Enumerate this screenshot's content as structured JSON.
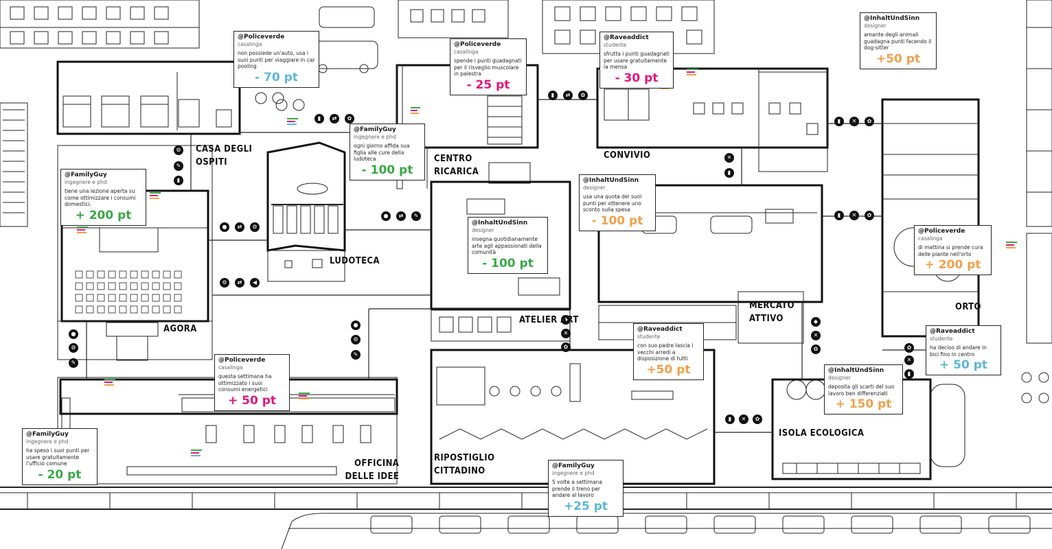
{
  "colors": {
    "green": "#3aa845",
    "pink": "#e0177a",
    "blue": "#5cb8d6",
    "orange": "#f0a04b",
    "line": "#222222",
    "wall": "#111111"
  },
  "rooms": {
    "casa_ospiti": {
      "line1": "CASA DEGLI",
      "line2": "OSPITI"
    },
    "agora": {
      "line1": "AGORA",
      "line2": ""
    },
    "ludoteca": {
      "line1": "LUDOTECA",
      "line2": ""
    },
    "centro_ricarica": {
      "line1": "CENTRO",
      "line2": "RICARICA"
    },
    "atelier_art": {
      "line1": "ATELIER ART",
      "line2": ""
    },
    "convivio": {
      "line1": "CONVIVIO",
      "line2": ""
    },
    "mercato_attivo": {
      "line1": "MERCATO",
      "line2": "ATTIVO"
    },
    "orto": {
      "line1": "ORTO",
      "line2": ""
    },
    "officina": {
      "line1": "OFFICINA",
      "line2": "DELLE IDEE"
    },
    "ripostiglio": {
      "line1": "RIPOSTIGLIO",
      "line2": "CITTADINO"
    },
    "isola": {
      "line1": "ISOLA ECOLOGICA",
      "line2": ""
    }
  },
  "cards": [
    {
      "user": "@Policeverde",
      "role": "casalinga",
      "desc": "non possiede un'auto, usa i suoi punti per viaggiare in car pooling",
      "points": "- 70 pt",
      "color": "blue"
    },
    {
      "user": "@Policeverde",
      "role": "casalinga",
      "desc": "spende i punti guadagnati per il risveglio muscolare in palestra",
      "points": "- 25 pt",
      "color": "pink"
    },
    {
      "user": "@Raveaddict",
      "role": "studente",
      "desc": "sfrutta i punti guadagnati per usare gratuitamente la mensa",
      "points": "- 30 pt",
      "color": "pink"
    },
    {
      "user": "@InhaltUndSinn",
      "role": "designer",
      "desc": "amante degli animali guadagna punti facendo il dog-sitter",
      "points": "+50 pt",
      "color": "orange"
    },
    {
      "user": "@FamilyGuy",
      "role": "ingegnere e phd",
      "desc": "ogni giorno affida sua figlia alle cure della ludoteca",
      "points": "- 100 pt",
      "color": "green"
    },
    {
      "user": "@FamilyGuy",
      "role": "ingegnere e phd",
      "desc": "tiene una lezione aperta su come ottimizzare i consumi domestici.",
      "points": "+ 200 pt",
      "color": "green"
    },
    {
      "user": "@InhaltUndSinn",
      "role": "designer",
      "desc": "usa una quota dei suoi punti per ottenere uno sconto sulla spesa",
      "points": "- 100 pt",
      "color": "orange"
    },
    {
      "user": "@InhaltUndSinn",
      "role": "designer",
      "desc": "insegna quotidianamente arte agli appassionati della comunità",
      "points": "- 100 pt",
      "color": "green"
    },
    {
      "user": "@Policeverde",
      "role": "casalinga",
      "desc": "di mattina si prende cura delle piante nell'orto",
      "points": "+ 200 pt",
      "color": "orange"
    },
    {
      "user": "@Raveaddict",
      "role": "studente",
      "desc": "con suo padre lascia i vecchi arredi a disposizione di tutti",
      "points": "+50 pt",
      "color": "orange"
    },
    {
      "user": "@Raveaddict",
      "role": "studente",
      "desc": "ha deciso di andare in bici fino in centro",
      "points": "+ 50 pt",
      "color": "blue"
    },
    {
      "user": "@Policeverde",
      "role": "casalinga",
      "desc": "questa settimana ha ottimizzato i suoi consumi energetici",
      "points": "+ 50 pt",
      "color": "pink"
    },
    {
      "user": "@InhaltUndSinn",
      "role": "designer",
      "desc": "deposita gli scarti del suo lavoro ben differenziati",
      "points": "+ 150 pt",
      "color": "orange"
    },
    {
      "user": "@FamilyGuy",
      "role": "ingegnere e phd",
      "desc": "ha speso i suoi punti per usare gratuitamente l'ufficio comune",
      "points": "- 20 pt",
      "color": "green"
    },
    {
      "user": "@FamilyGuy",
      "role": "ingegnere e phd",
      "desc": "5 volte a settimana prende il treno per andare al lavoro",
      "points": "+25 pt",
      "color": "blue"
    }
  ],
  "icons": [
    "service-icon",
    "exchange-icon",
    "gear-icon",
    "tools-icon",
    "recycle-icon",
    "cart-icon",
    "handshake-icon",
    "battery-icon"
  ]
}
